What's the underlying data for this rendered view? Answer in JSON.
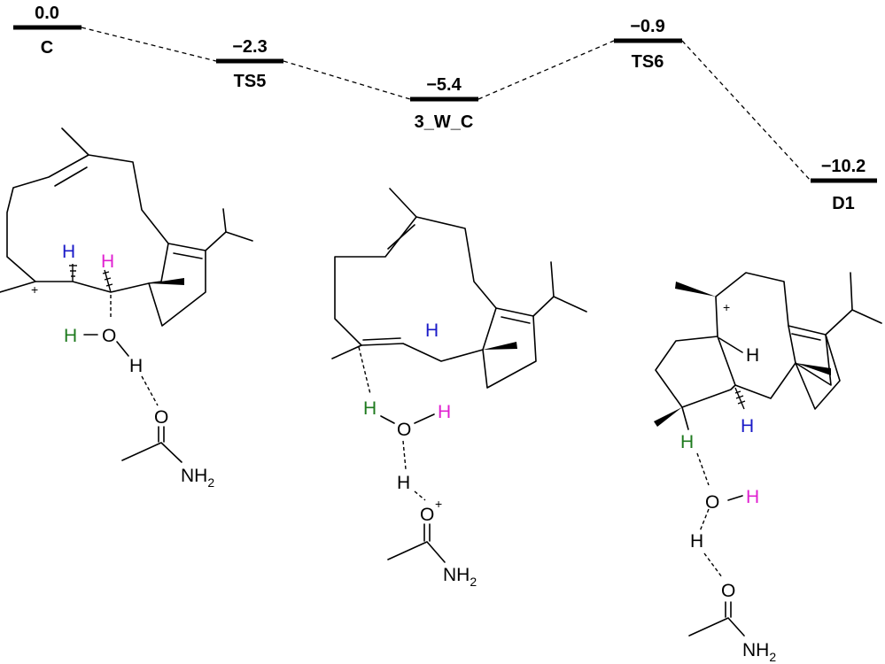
{
  "energy_profile": {
    "levels": [
      {
        "id": "C",
        "energy": "0.0",
        "label": "C"
      },
      {
        "id": "TS5",
        "energy": "−2.3",
        "label": "TS5"
      },
      {
        "id": "3_W_C",
        "energy": "−5.4",
        "label": "3_W_C"
      },
      {
        "id": "TS6",
        "energy": "−0.9",
        "label": "TS6"
      },
      {
        "id": "D1",
        "energy": "−10.2",
        "label": "D1"
      }
    ]
  },
  "structures": {
    "ts5": {
      "atoms": {
        "h_blue": "H",
        "h_magenta": "H",
        "h_green": "H",
        "o_water": "O",
        "h_water": "H",
        "o_amide": "O",
        "nh2": "NH",
        "nh2_sub": "2",
        "charge": "+"
      }
    },
    "intermediate": {
      "atoms": {
        "h_blue": "H",
        "h_green": "H",
        "o_water": "O",
        "h_magenta": "H",
        "h_bridge": "H",
        "o_amide": "O",
        "o_charge": "+",
        "nh2": "NH",
        "nh2_sub": "2"
      }
    },
    "d1": {
      "atoms": {
        "h_ring": "H",
        "h_blue": "H",
        "h_green": "H",
        "o_water": "O",
        "h_magenta": "H",
        "h_bridge": "H",
        "o_amide": "O",
        "nh2": "NH",
        "nh2_sub": "2",
        "charge": "+"
      }
    }
  },
  "colors": {
    "blue": "#1a1ac8",
    "magenta": "#e020d0",
    "green": "#1e7a1e",
    "black": "#000000"
  }
}
